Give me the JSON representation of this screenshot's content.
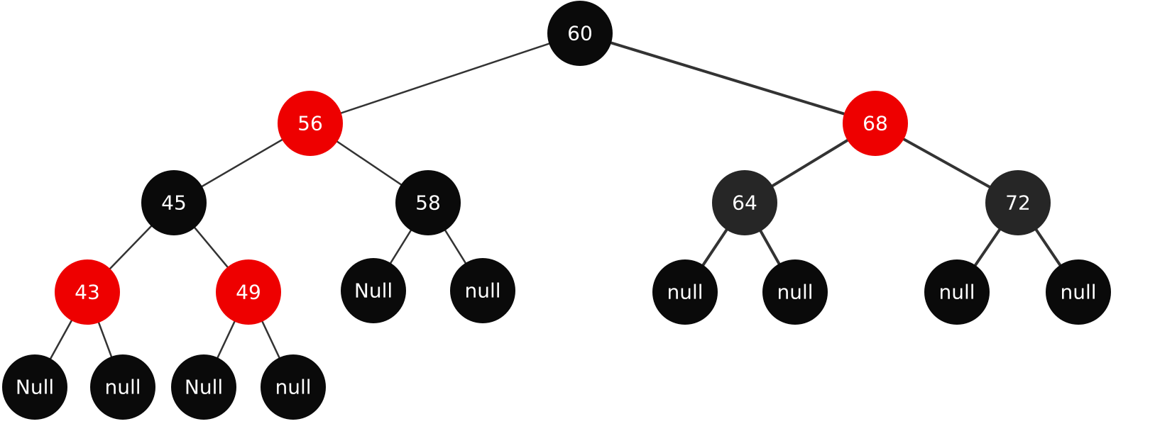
{
  "colors": {
    "red": "#ee0000",
    "black": "#0a0a0a",
    "dark": "#262626",
    "edge": "#333333",
    "label": "#ffffff"
  },
  "tree": {
    "nodes": [
      {
        "id": "n60",
        "label": "60",
        "color": "black"
      },
      {
        "id": "n56",
        "label": "56",
        "color": "red"
      },
      {
        "id": "n68",
        "label": "68",
        "color": "red"
      },
      {
        "id": "n45",
        "label": "45",
        "color": "black"
      },
      {
        "id": "n58",
        "label": "58",
        "color": "black"
      },
      {
        "id": "n64",
        "label": "64",
        "color": "dark"
      },
      {
        "id": "n72",
        "label": "72",
        "color": "dark"
      },
      {
        "id": "n43",
        "label": "43",
        "color": "red"
      },
      {
        "id": "n49",
        "label": "49",
        "color": "red"
      },
      {
        "id": "n58L",
        "label": "Null",
        "color": "black"
      },
      {
        "id": "n58R",
        "label": "null",
        "color": "black"
      },
      {
        "id": "n64L",
        "label": "null",
        "color": "black"
      },
      {
        "id": "n64R",
        "label": "null",
        "color": "black"
      },
      {
        "id": "n72L",
        "label": "null",
        "color": "black"
      },
      {
        "id": "n72R",
        "label": "null",
        "color": "black"
      },
      {
        "id": "n43L",
        "label": "Null",
        "color": "black"
      },
      {
        "id": "n43R",
        "label": "null",
        "color": "black"
      },
      {
        "id": "n49L",
        "label": "Null",
        "color": "black"
      },
      {
        "id": "n49R",
        "label": "null",
        "color": "black"
      }
    ],
    "edges": [
      [
        "n60",
        "n56"
      ],
      [
        "n60",
        "n68"
      ],
      [
        "n56",
        "n45"
      ],
      [
        "n56",
        "n58"
      ],
      [
        "n68",
        "n64"
      ],
      [
        "n68",
        "n72"
      ],
      [
        "n45",
        "n43"
      ],
      [
        "n45",
        "n49"
      ],
      [
        "n58",
        "n58L"
      ],
      [
        "n58",
        "n58R"
      ],
      [
        "n64",
        "n64L"
      ],
      [
        "n64",
        "n64R"
      ],
      [
        "n72",
        "n72L"
      ],
      [
        "n72",
        "n72R"
      ],
      [
        "n43",
        "n43L"
      ],
      [
        "n43",
        "n43R"
      ],
      [
        "n49",
        "n49L"
      ],
      [
        "n49",
        "n49R"
      ]
    ]
  }
}
